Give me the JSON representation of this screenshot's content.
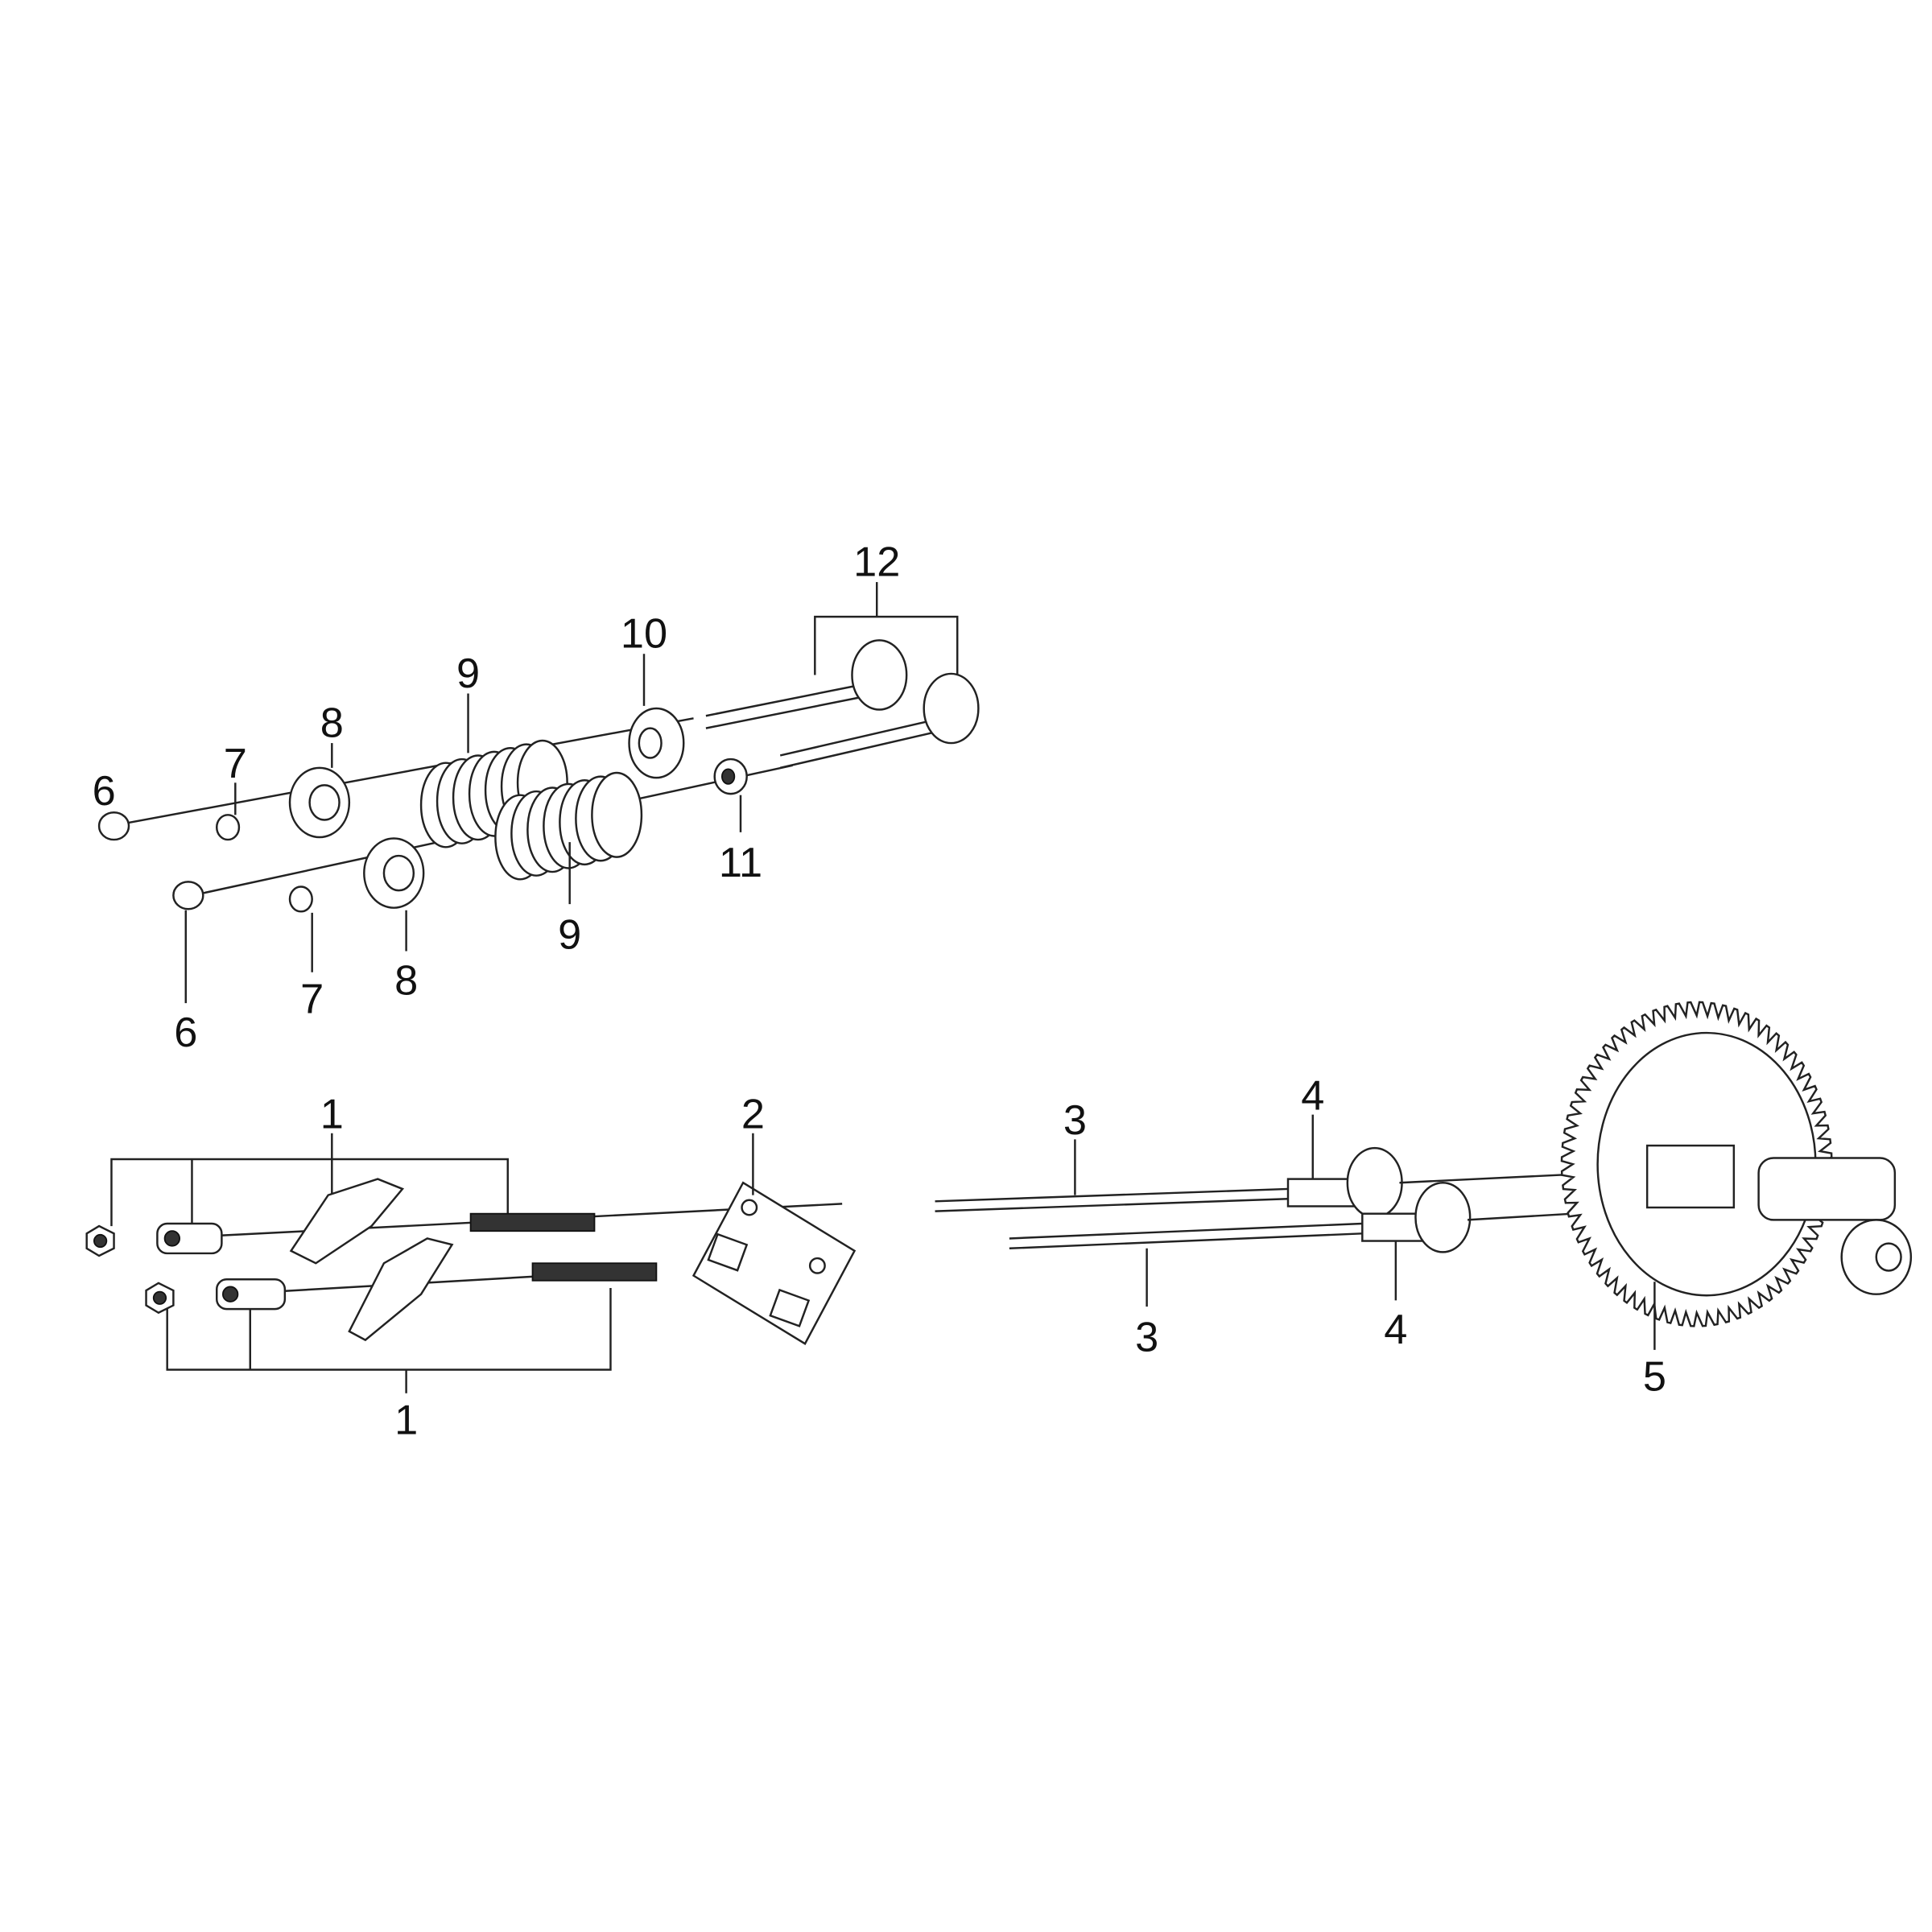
{
  "diagram": {
    "type": "exploded-parts-view",
    "labels": {
      "l1a": "1",
      "l1b": "1",
      "l2": "2",
      "l3a": "3",
      "l3b": "3",
      "l4a": "4",
      "l4b": "4",
      "l5": "5",
      "l6a": "6",
      "l6b": "6",
      "l7a": "7",
      "l7b": "7",
      "l8a": "8",
      "l8b": "8",
      "l9a": "9",
      "l9b": "9",
      "l10": "10",
      "l11": "11",
      "l12": "12"
    },
    "gear_teeth": 72,
    "colors": {
      "line": "#222222",
      "background": "#ffffff"
    }
  }
}
